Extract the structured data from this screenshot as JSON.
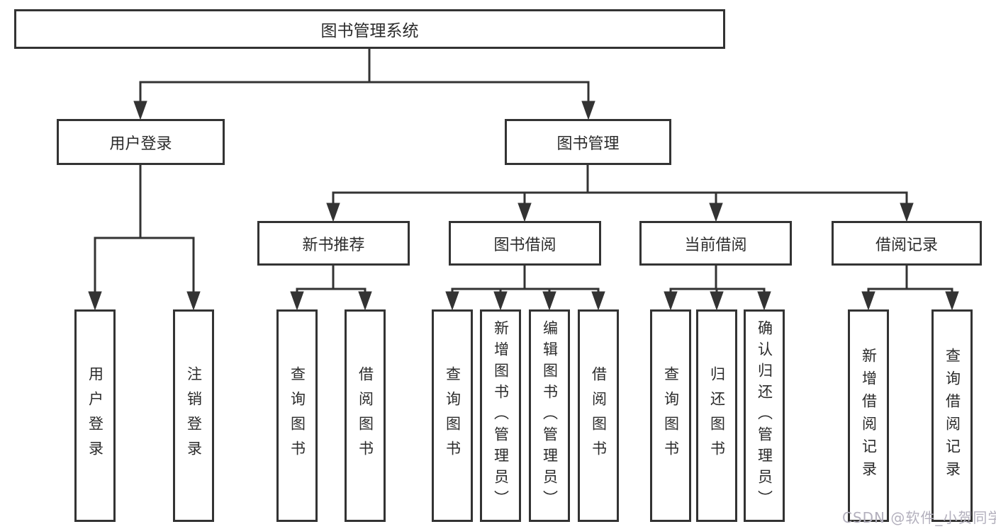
{
  "diagram": {
    "root": "图书管理系统",
    "branches": [
      {
        "label": "用户登录",
        "children": [
          "用户登录",
          "注销登录"
        ]
      },
      {
        "label": "图书管理",
        "children": [
          {
            "label": "新书推荐",
            "children": [
              "查询图书",
              "借阅图书"
            ]
          },
          {
            "label": "图书借阅",
            "children": [
              "查询图书",
              "新增图书（管理员）",
              "编辑图书（管理员）",
              "借阅图书"
            ]
          },
          {
            "label": "当前借阅",
            "children": [
              "查询图书",
              "归还图书",
              "确认归还（管理员）"
            ]
          },
          {
            "label": "借阅记录",
            "children": [
              "新增借阅记录",
              "查询借阅记录"
            ]
          }
        ]
      }
    ]
  },
  "watermark": "CSDN @软件_小贺同学",
  "colors": {
    "line": "#333333",
    "text": "#2b2b2b",
    "background": "#ffffff",
    "watermark": "#b3b0bd"
  }
}
